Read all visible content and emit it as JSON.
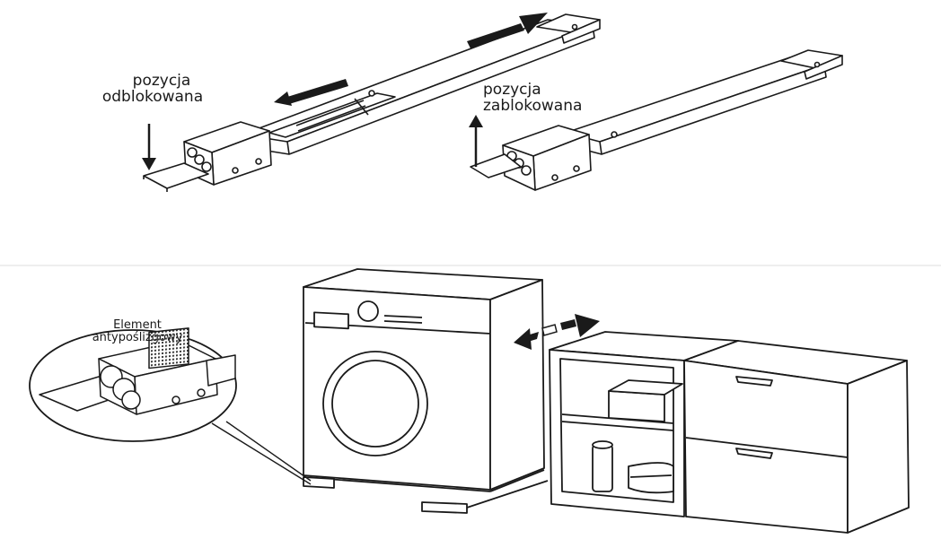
{
  "labels": {
    "unlocked_line1": "pozycja",
    "unlocked_line2": "odblokowana",
    "locked_line1": "pozycja",
    "locked_line2": "zablokowana",
    "antislip_line1": "Element",
    "antislip_line2": "antypoślizgowy"
  }
}
